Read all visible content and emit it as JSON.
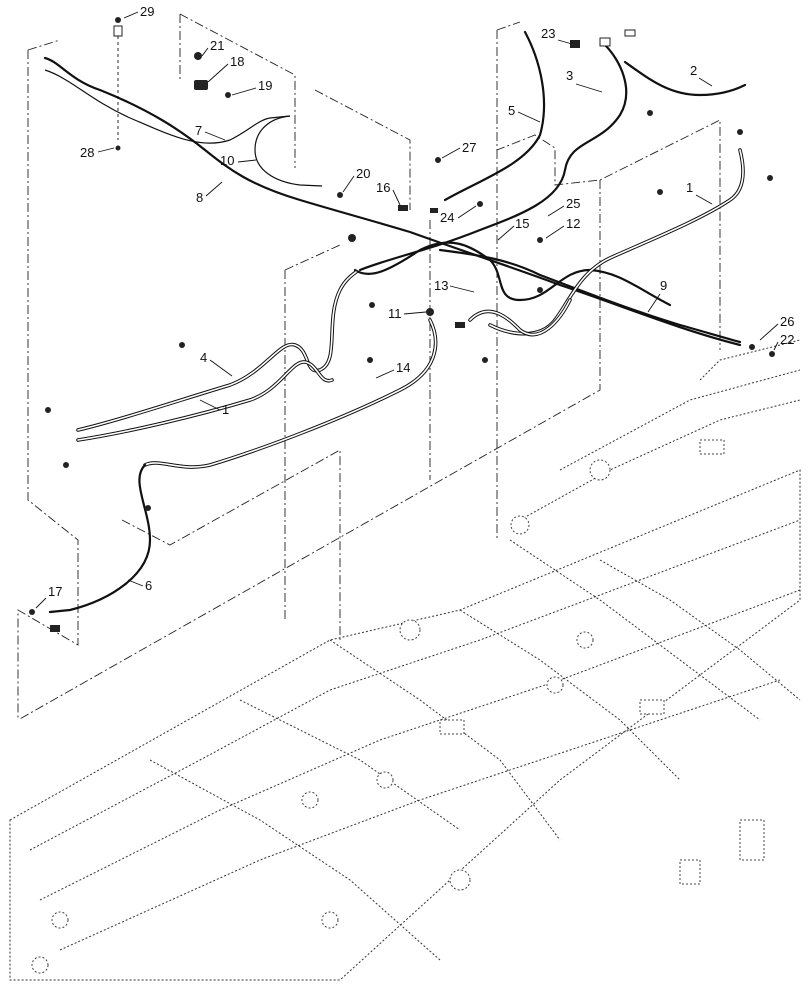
{
  "callouts": [
    {
      "id": "c29",
      "label": "29"
    },
    {
      "id": "c21",
      "label": "21"
    },
    {
      "id": "c18",
      "label": "18"
    },
    {
      "id": "c19",
      "label": "19"
    },
    {
      "id": "c7",
      "label": "7"
    },
    {
      "id": "c10",
      "label": "10"
    },
    {
      "id": "c8",
      "label": "8"
    },
    {
      "id": "c28",
      "label": "28"
    },
    {
      "id": "c20",
      "label": "20"
    },
    {
      "id": "c16",
      "label": "16"
    },
    {
      "id": "c27",
      "label": "27"
    },
    {
      "id": "c23",
      "label": "23"
    },
    {
      "id": "c2",
      "label": "2"
    },
    {
      "id": "c3",
      "label": "3"
    },
    {
      "id": "c5",
      "label": "5"
    },
    {
      "id": "c24",
      "label": "24"
    },
    {
      "id": "c25",
      "label": "25"
    },
    {
      "id": "c12",
      "label": "12"
    },
    {
      "id": "c15",
      "label": "15"
    },
    {
      "id": "c1a",
      "label": "1"
    },
    {
      "id": "c13",
      "label": "13"
    },
    {
      "id": "c9",
      "label": "9"
    },
    {
      "id": "c26",
      "label": "26"
    },
    {
      "id": "c22",
      "label": "22"
    },
    {
      "id": "c11",
      "label": "11"
    },
    {
      "id": "c4",
      "label": "4"
    },
    {
      "id": "c14",
      "label": "14"
    },
    {
      "id": "c1b",
      "label": "1"
    },
    {
      "id": "c6",
      "label": "6"
    },
    {
      "id": "c17",
      "label": "17"
    }
  ]
}
